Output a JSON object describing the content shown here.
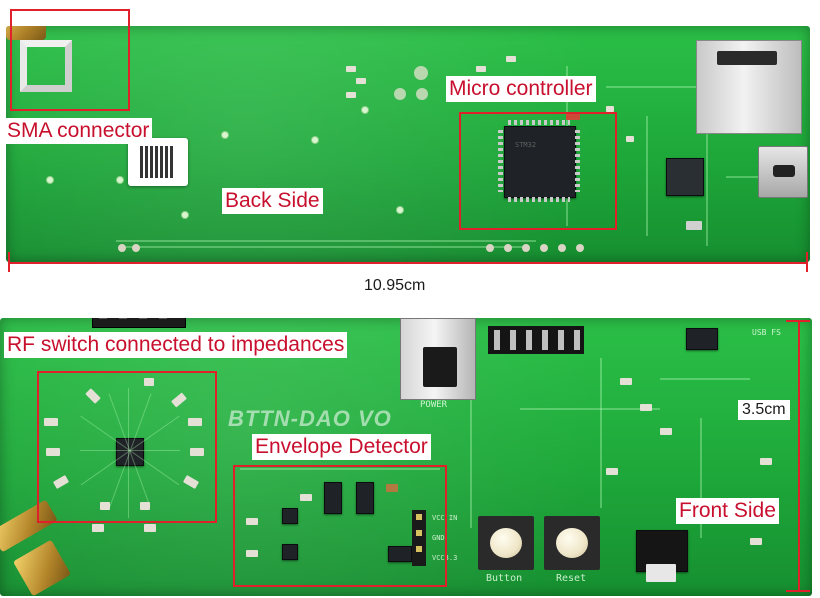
{
  "labels": {
    "sma_connector": "SMA connector",
    "micro_controller": "Micro controller",
    "back_side": "Back Side",
    "rf_switch": "RF switch connected to impedances",
    "envelope_detector": "Envelope Detector",
    "front_side": "Front Side"
  },
  "dimensions": {
    "length": "10.95cm",
    "width": "3.5cm"
  },
  "board_silkscreen": {
    "logo": "BTTN-DAO VO",
    "button": "Button",
    "reset": "Reset",
    "power": "POWER",
    "vcc_in": "VCC IN",
    "gnd": "GND",
    "vcc33": "VCC3.3",
    "usb": "USB FS"
  },
  "colors": {
    "annotation_red": "#e0202a",
    "pcb_green": "#1ea83a",
    "label_text": "#c8102e"
  }
}
